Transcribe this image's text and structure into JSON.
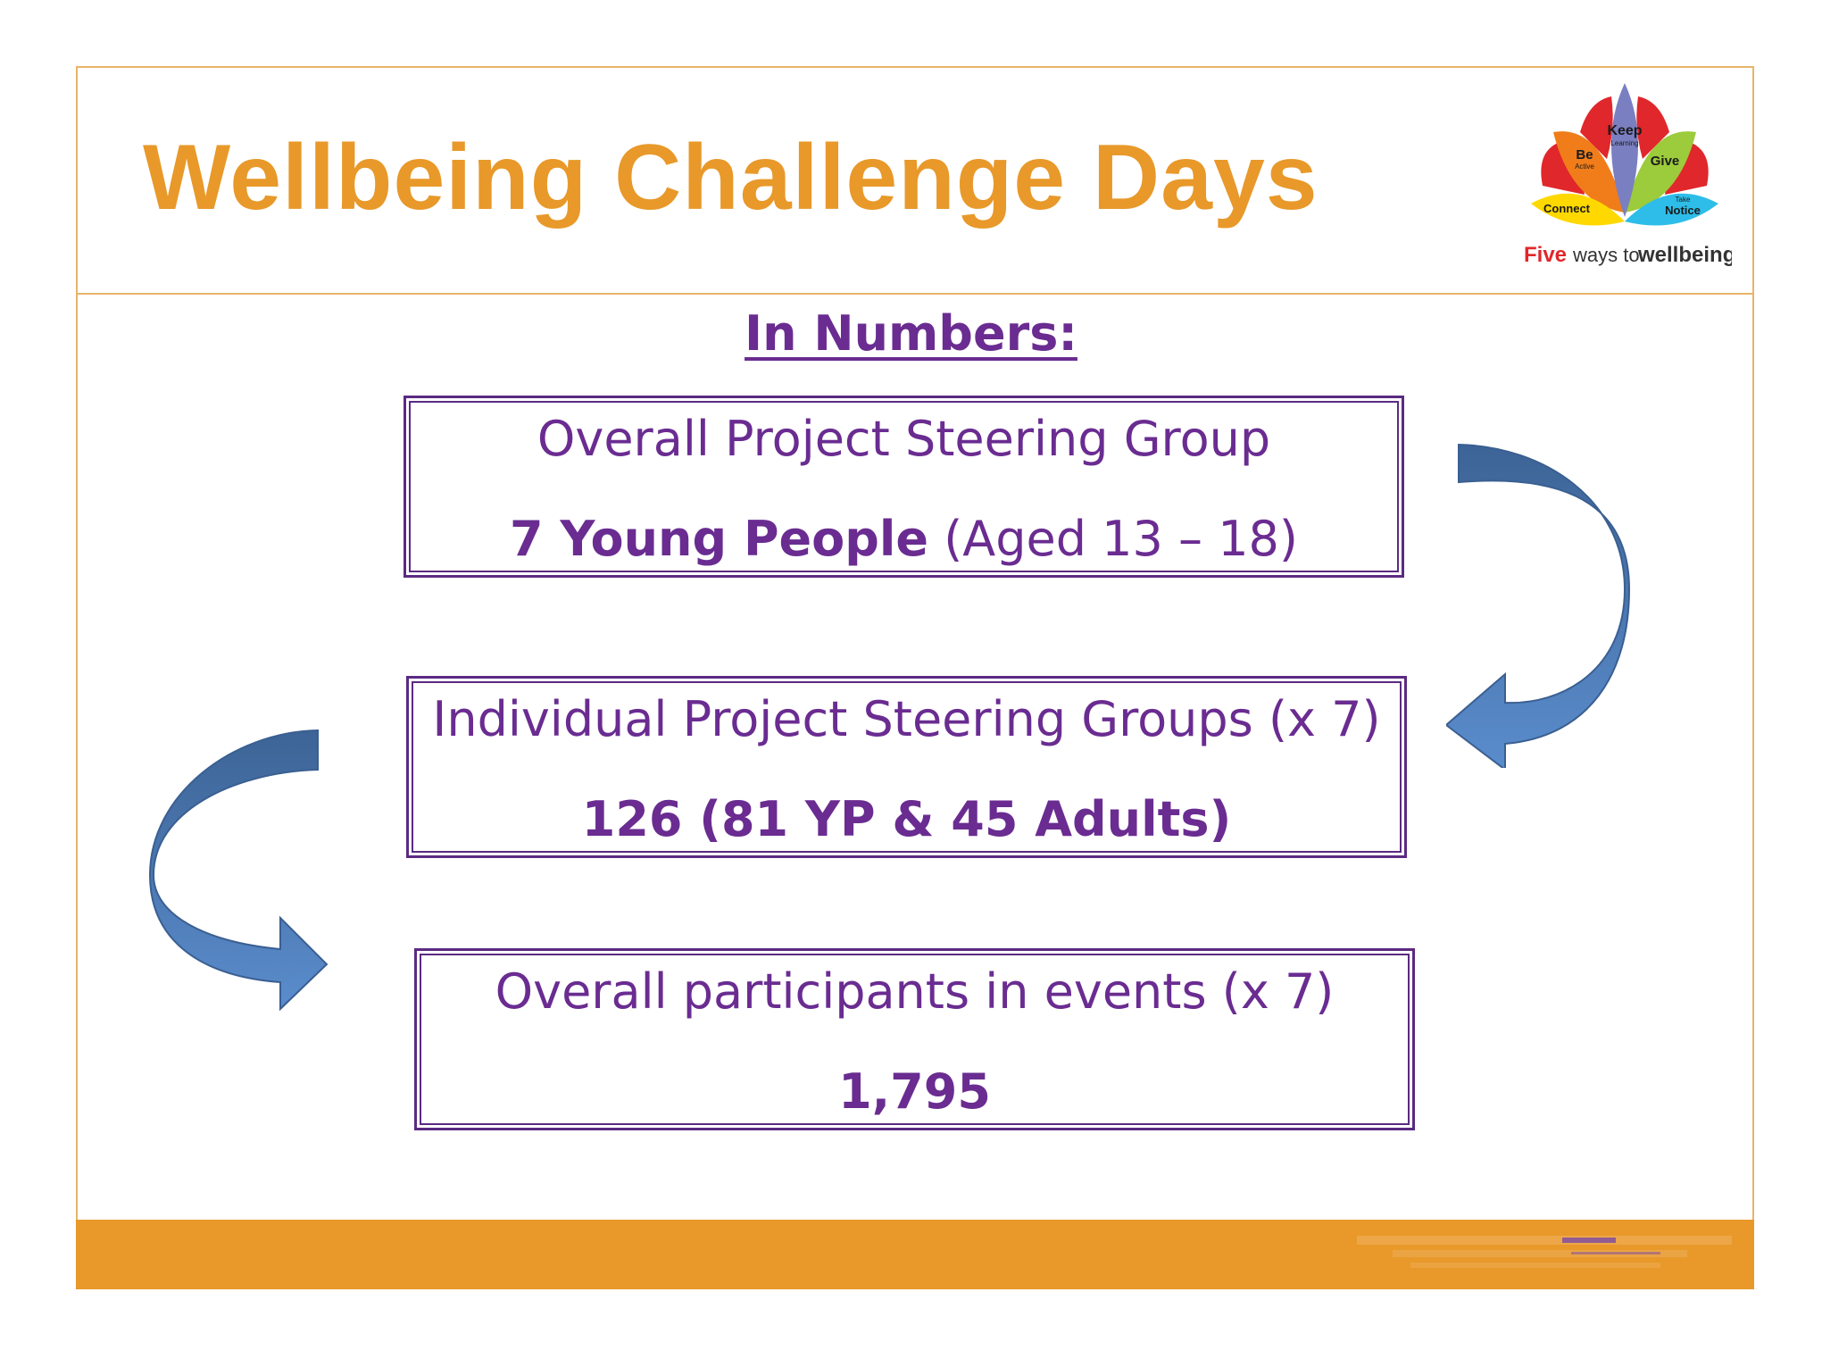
{
  "slide": {
    "title": "Wellbeing Challenge Days",
    "subtitle": "In Numbers:"
  },
  "logo": {
    "petals": {
      "keep": "Keep",
      "learning": "Learning",
      "be": "Be",
      "active": "Active",
      "give": "Give",
      "connect": "Connect",
      "take": "Take",
      "notice": "Notice"
    },
    "tagline_five": "Five",
    "tagline_ways": "ways to",
    "tagline_wellbeing": "wellbeing"
  },
  "boxes": [
    {
      "line1": "Overall Project Steering Group",
      "line2_bold": "7 Young People",
      "line2_rest": " (Aged 13 – 18)"
    },
    {
      "line1": "Individual Project Steering Groups (x 7)",
      "line2_bold": "126 (81 YP & 45 Adults)",
      "line2_rest": ""
    },
    {
      "line1": "Overall participants in events (x 7)",
      "line2_bold": "1,795",
      "line2_rest": ""
    }
  ],
  "colors": {
    "title": "#e8992a",
    "text": "#6a2c91",
    "box_border": "#5b2a82",
    "arrow": "#4a78b5",
    "footer": "#e8992a"
  }
}
